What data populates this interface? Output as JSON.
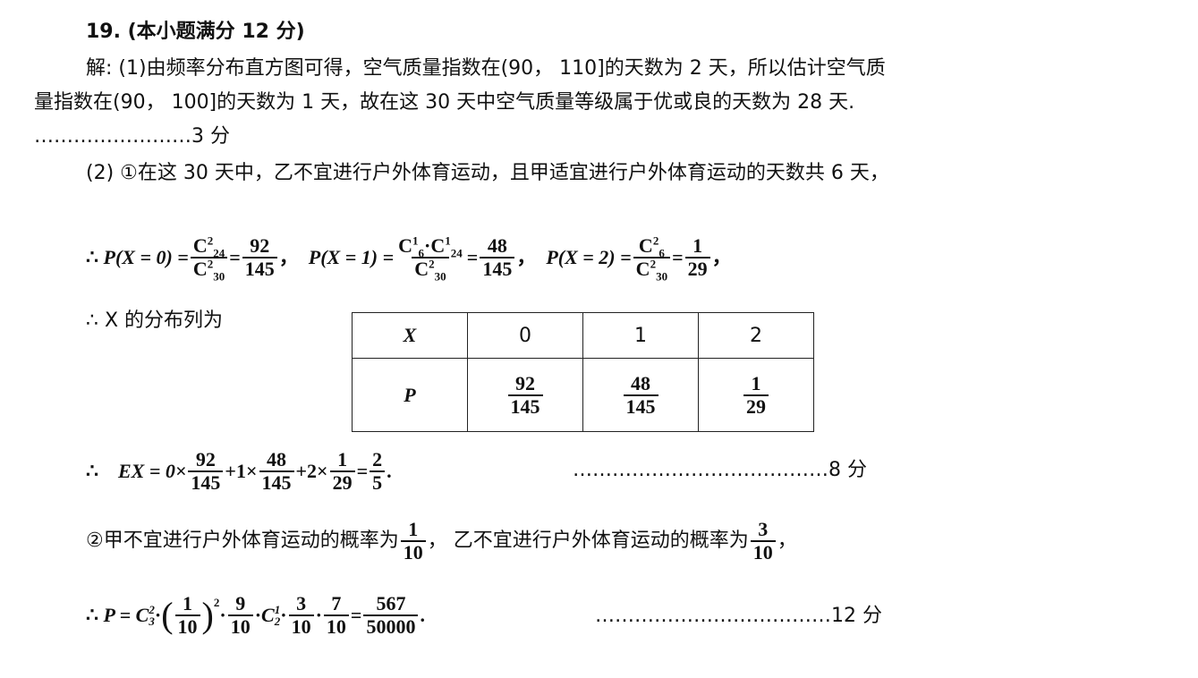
{
  "heading": "19. (本小题满分 12 分)",
  "para1": {
    "line1": "解: (1)由频率分布直方图可得，空气质量指数在(90， 110]的天数为 2 天，所以估计空气质",
    "line2": "量指数在(90， 100]的天数为 1 天，故在这 30 天中空气质量等级属于优或良的天数为 28 天.",
    "score": "……………………3 分"
  },
  "part2_intro": "(2) ①在这 30 天中，乙不宜进行户外体育运动，且甲适宜进行户外体育运动的天数共 6 天，",
  "therefore": "∴",
  "probs": {
    "p0_lhs": "P(X = 0) =",
    "p1_lhs": "P(X = 1) =",
    "p2_lhs": "P(X = 2) =",
    "c": "C",
    "n24": "24",
    "n30": "30",
    "n6": "6",
    "k2": "2",
    "k1": "1",
    "dot": "·",
    "eq": "=",
    "sep": "，",
    "v0_num": "92",
    "v0_den": "145",
    "v1_num": "48",
    "v1_den": "145",
    "v2_num": "1",
    "v2_den": "29"
  },
  "dist_label": "∴ X 的分布列为",
  "dist_table": {
    "head": [
      "X",
      "0",
      "1",
      "2"
    ],
    "p_label": "P",
    "p_values": [
      {
        "num": "92",
        "den": "145"
      },
      {
        "num": "48",
        "den": "145"
      },
      {
        "num": "1",
        "den": "29"
      }
    ]
  },
  "expectation": {
    "lhs": "EX = 0×",
    "plus1": "+1×",
    "plus2": "+2×",
    "eq": "=",
    "r_num": "2",
    "r_den": "5",
    "end": ".",
    "score": "…………………………………8 分"
  },
  "part2b": {
    "text_a": "②甲不宜进行户外体育运动的概率为",
    "a_num": "1",
    "a_den": "10",
    "text_b": "， 乙不宜进行户外体育运动的概率为",
    "b_num": "3",
    "b_den": "10",
    "end": "，"
  },
  "final": {
    "lhs": "P = C",
    "c3sub": "3",
    "c3sup": "2",
    "c2sub": "2",
    "c2sup": "1",
    "pow": "2",
    "f1_num": "1",
    "f1_den": "10",
    "f2_num": "9",
    "f2_den": "10",
    "f3_num": "3",
    "f3_den": "10",
    "f4_num": "7",
    "f4_den": "10",
    "r_num": "567",
    "r_den": "50000",
    "lp": "(",
    "rp": ")",
    "score": "………………………………12 分"
  }
}
